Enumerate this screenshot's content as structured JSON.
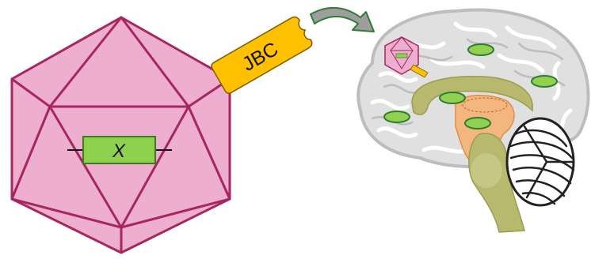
{
  "capsid": {
    "transgene_label": "X",
    "face_color": "#eeaecf",
    "edge_color": "#a6275f",
    "transgene_color": "#8fd14f"
  },
  "capsid_protein": {
    "label": "JBC",
    "color": "#ffc000"
  },
  "arrow": {
    "color": "#9e9e9e",
    "outline": "#2e7d32"
  },
  "brain": {
    "gyri_color": "#e0e0e0",
    "gyri_outline": "#bdbdbd",
    "brainstem_color": "#b8b86e",
    "thalamus_color": "#f5b47a",
    "cerebellum_color": "#222222",
    "target_region_color": "#92d050",
    "target_region_outline": "#2e7d32",
    "target_region_count": 5
  }
}
